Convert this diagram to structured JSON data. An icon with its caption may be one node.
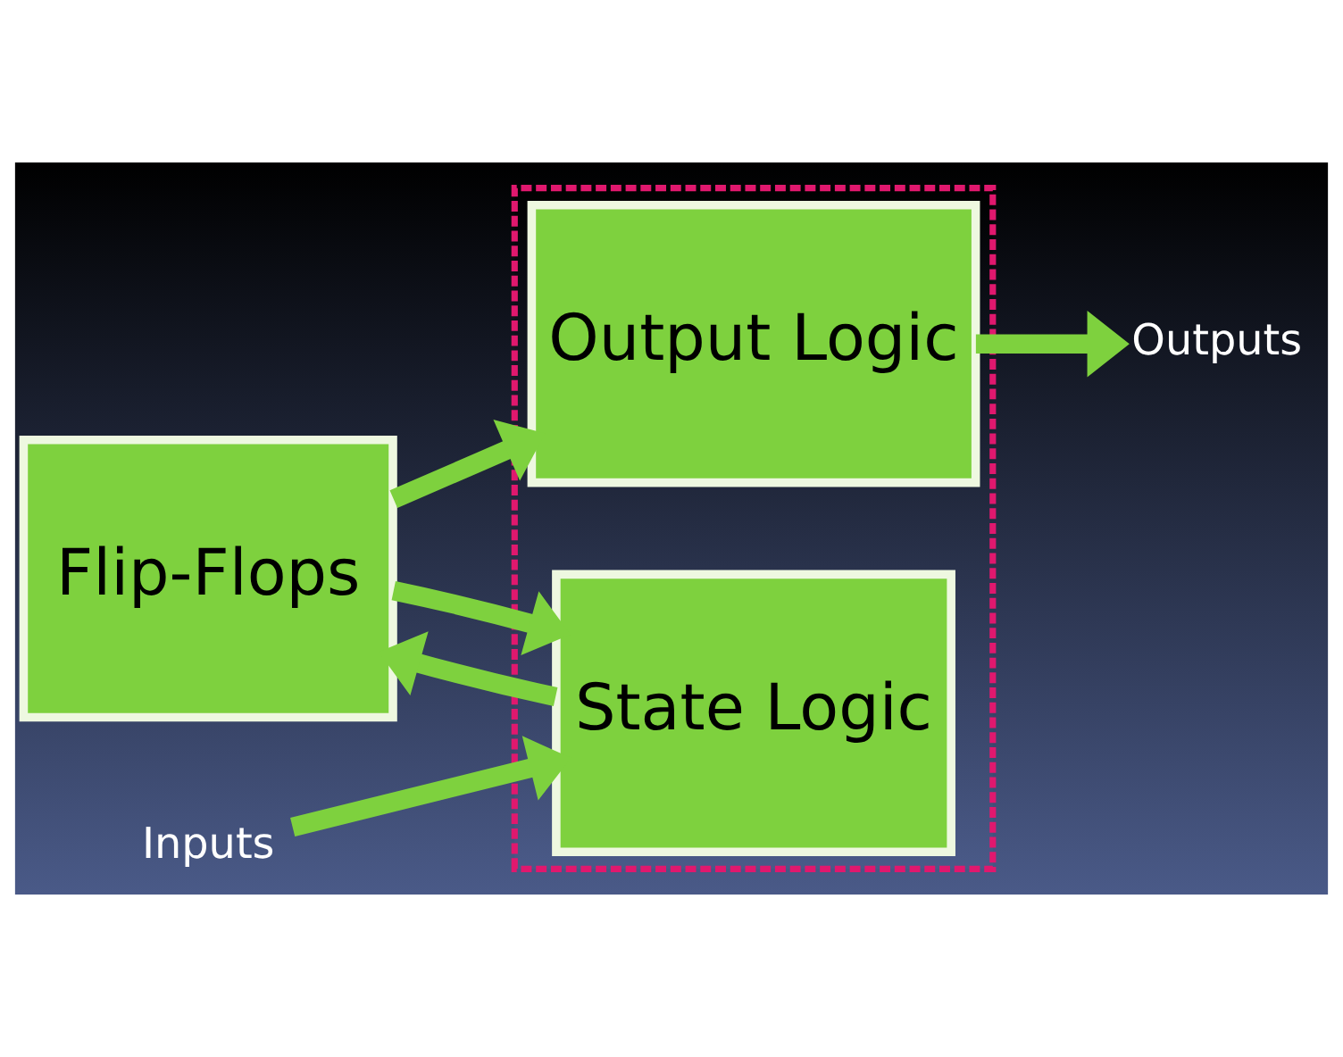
{
  "diagram": {
    "nodes": [
      {
        "text": [],
        "shape": "box"
      },
      {
        "text": [
          "Inputs"
        ]
      },
      {
        "text": [
          "State Logic"
        ],
        "in": 0
      },
      {
        "text": [
          "Output Logic"
        ],
        "in": 0
      },
      {
        "text": [
          "Flip-Flops"
        ]
      },
      {
        "text": [
          "Outputs"
        ]
      }
    ],
    "edges": [
      {
        "from": 1,
        "to": 2,
        "arrow": "to"
      },
      {
        "from": 2,
        "to": 4,
        "arrow": "to"
      },
      {
        "from": 4,
        "to": 2,
        "arrow": "to"
      },
      {
        "from": 4,
        "to": 3,
        "arrow": "to"
      },
      {
        "from": 3,
        "to": 5,
        "arrow": "to"
      }
    ]
  }
}
